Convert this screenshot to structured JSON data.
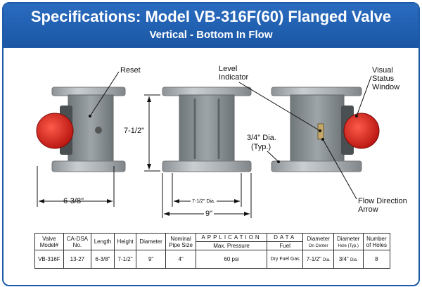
{
  "header": {
    "title": "Specifications: Model VB-316F(60) Flanged Valve",
    "subtitle": "Vertical - Bottom In Flow"
  },
  "labels": {
    "reset": "Reset",
    "level_indicator_1": "Level",
    "level_indicator_2": "Indicator",
    "visual_1": "Visual",
    "visual_2": "Status",
    "visual_3": "Window",
    "height_dim": "7-1/2\"",
    "length_dim": "6-3/8\"",
    "hole_dia_1": "3/4\" Dia.",
    "hole_dia_2": "(Typ.)",
    "center_dia": "7-1/2\" Dia.",
    "diameter_dim": "9\"",
    "flow_1": "Flow Direction",
    "flow_2": "Arrow"
  },
  "table": {
    "h_valve_1": "Valve",
    "h_valve_2": "Model#",
    "h_cadsa_1": "CA-DSA",
    "h_cadsa_2": "No.",
    "h_length": "Length",
    "h_height": "Height",
    "h_diameter": "Diameter",
    "h_pipe_1": "Nominal",
    "h_pipe_2": "Pipe Size",
    "h_application": "APPLICATION",
    "h_data": "DATA",
    "h_max_pressure": "Max. Pressure",
    "h_fuel": "Fuel",
    "h_diam_center_1": "Diameter",
    "h_diam_center_2": "On Center",
    "h_diam_hole_1": "Diameter",
    "h_diam_hole_2": "Hole (Typ.)",
    "h_holes_1": "Number",
    "h_holes_2": "of Holes",
    "row": {
      "model": "VB-316F",
      "cadsa": "13-27",
      "length": "6-3/8\"",
      "height": "7-1/2\"",
      "diameter": "9\"",
      "pipe": "4\"",
      "pressure": "60  psi",
      "fuel": "Dry Fuel Gas",
      "center_a": "7-1/2\"",
      "center_b": "Dia.",
      "hole_a": "3/4\"",
      "hole_b": "Dia.",
      "holes": "8"
    }
  }
}
